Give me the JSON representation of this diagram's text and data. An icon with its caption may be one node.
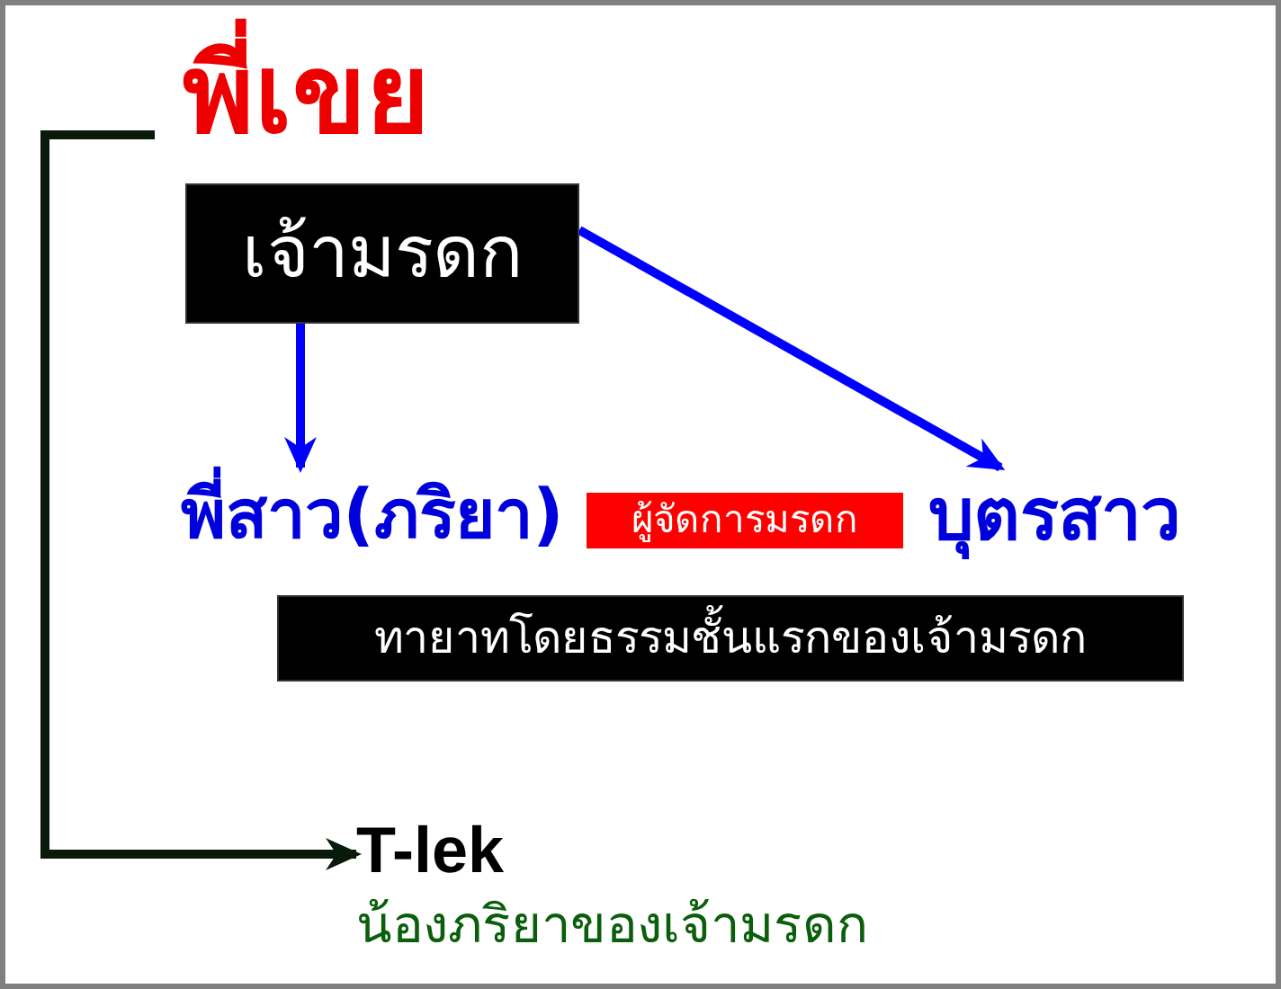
{
  "diagram": {
    "nodes": [
      {
        "text": [
          "พี่เขย"
        ]
      },
      {
        "text": [
          "เจ้ามรดก"
        ]
      },
      {
        "text": [
          "พี่สาว(ภริยา)"
        ]
      },
      {
        "text": [
          "บุตรสาว"
        ]
      },
      {
        "text": [
          "ผู้จัดการมรดก"
        ]
      },
      {
        "text": [
          "ทายาทโดยธรรมชั้นแรกของเจ้ามรดก"
        ]
      },
      {
        "text": [
          "T-lek"
        ],
        "beside": [
          "น้องภริยาของเจ้ามรดก"
        ]
      }
    ],
    "edges": [
      {
        "from": 1,
        "to": 2,
        "arrow": "to"
      },
      {
        "from": 1,
        "to": 3,
        "arrow": "to"
      },
      {
        "from": 0,
        "to": 6,
        "arrow": "to",
        "color": "#0a1a0a"
      }
    ]
  }
}
